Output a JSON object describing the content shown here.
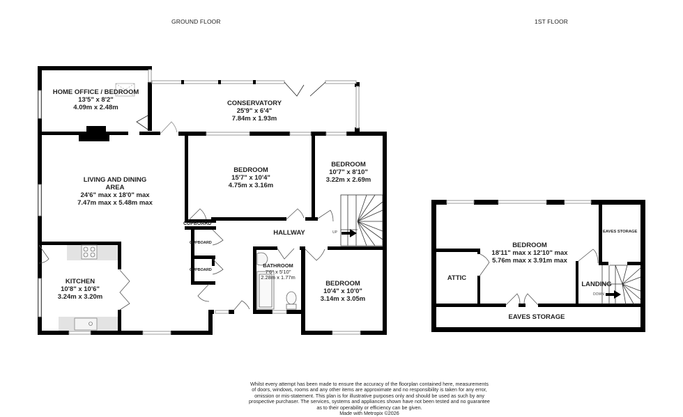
{
  "titles": {
    "ground_floor": "GROUND FLOOR",
    "first_floor": "1ST FLOOR"
  },
  "ground_floor": {
    "rooms": {
      "home_office": {
        "name": "HOME OFFICE / BEDROOM",
        "imperial": "13'5\"  x 8'2\"",
        "metric": "4.09m  x 2.48m"
      },
      "conservatory": {
        "name": "CONSERVATORY",
        "imperial": "25'9\"  x 6'4\"",
        "metric": "7.84m  x 1.93m"
      },
      "living_dining": {
        "name": "LIVING AND DINING",
        "name2": "AREA",
        "imperial": "24'6\" max x 18'0\" max",
        "metric": "7.47m max x 5.48m max"
      },
      "bedroom_1": {
        "name": "BEDROOM",
        "imperial": "15'7\"  x 10'4\"",
        "metric": "4.75m  x 3.16m"
      },
      "bedroom_2": {
        "name": "BEDROOM",
        "imperial": "10'7\"  x 8'10\"",
        "metric": "3.22m  x 2.69m"
      },
      "hallway": {
        "name": "HALLWAY"
      },
      "kitchen": {
        "name": "KITCHEN",
        "imperial": "10'8\"  x 10'6\"",
        "metric": "3.24m  x 3.20m"
      },
      "bathroom": {
        "name": "BATHROOM",
        "imperial": "7'6\"  x 5'10\"",
        "metric": "2.28m  x 1.77m"
      },
      "bedroom_3": {
        "name": "BEDROOM",
        "imperial": "10'4\"  x 10'0\"",
        "metric": "3.14m  x 3.05m"
      }
    },
    "cupboards": [
      "CUPBOARD",
      "CUPBOARD",
      "CUPBOARD"
    ],
    "stairs_label": "UP"
  },
  "first_floor": {
    "rooms": {
      "bedroom": {
        "name": "BEDROOM",
        "imperial": "18'11\" max x 12'10\" max",
        "metric": "5.76m max x 3.91m max"
      },
      "attic": {
        "name": "ATTIC"
      },
      "landing": {
        "name": "LANDING"
      },
      "eaves_storage_small": {
        "name": "EAVES STORAGE"
      },
      "eaves_storage_large": {
        "name": "EAVES STORAGE"
      }
    },
    "stairs_label": "DOWN"
  },
  "disclaimer": {
    "lines": [
      "Whilst every attempt has been made to ensure the accuracy of the floorplan contained here, measurements",
      "of doors, windows, rooms and any other items are approximate and no responsibility is taken for any error,",
      "omission or mis-statement. This plan is for illustrative purposes only and should be used as such by any",
      "prospective purchaser. The services, systems and appliances shown have not been tested and no guarantee",
      "as to their operability or efficiency can be given.",
      "Made with Metropix ©2026"
    ]
  },
  "colors": {
    "wall": "#000000",
    "window": "#bdbdbd",
    "worktop": "#e3e3e3",
    "text": "#222222"
  }
}
